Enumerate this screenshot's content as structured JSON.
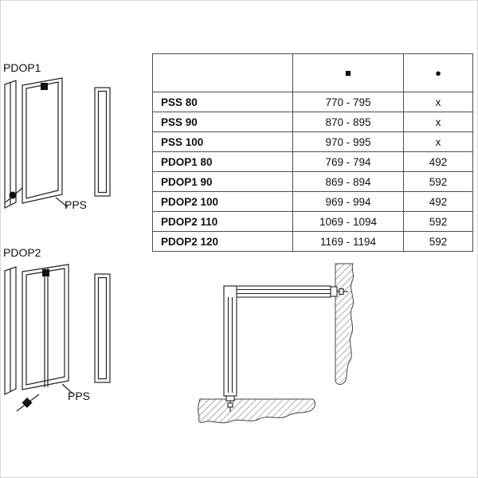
{
  "colors": {
    "ink": "#111111",
    "line": "#222222",
    "table_border": "#4d4d4d",
    "hatch": "#666666"
  },
  "table": {
    "header": {
      "model": "",
      "square_icon": "■",
      "circle_icon": "●"
    },
    "rows": [
      {
        "model": "PSS 80",
        "square": "770 - 795",
        "circle": "x"
      },
      {
        "model": "PSS 90",
        "square": "870 - 895",
        "circle": "x"
      },
      {
        "model": "PSS 100",
        "square": "970 - 995",
        "circle": "x"
      },
      {
        "model": "PDOP1 80",
        "square": "769 - 794",
        "circle": "492"
      },
      {
        "model": "PDOP1 90",
        "square": "869 - 894",
        "circle": "592"
      },
      {
        "model": "PDOP2 100",
        "square": "969 - 994",
        "circle": "492"
      },
      {
        "model": "PDOP2 110",
        "square": "1069 - 1094",
        "circle": "592"
      },
      {
        "model": "PDOP2 120",
        "square": "1169 - 1194",
        "circle": "592"
      }
    ]
  },
  "diagrams": {
    "pdop1": {
      "label": "PDOP1",
      "pps_label": "PPS"
    },
    "pdop2": {
      "label": "PDOP2",
      "pps_label": "PPS"
    }
  }
}
